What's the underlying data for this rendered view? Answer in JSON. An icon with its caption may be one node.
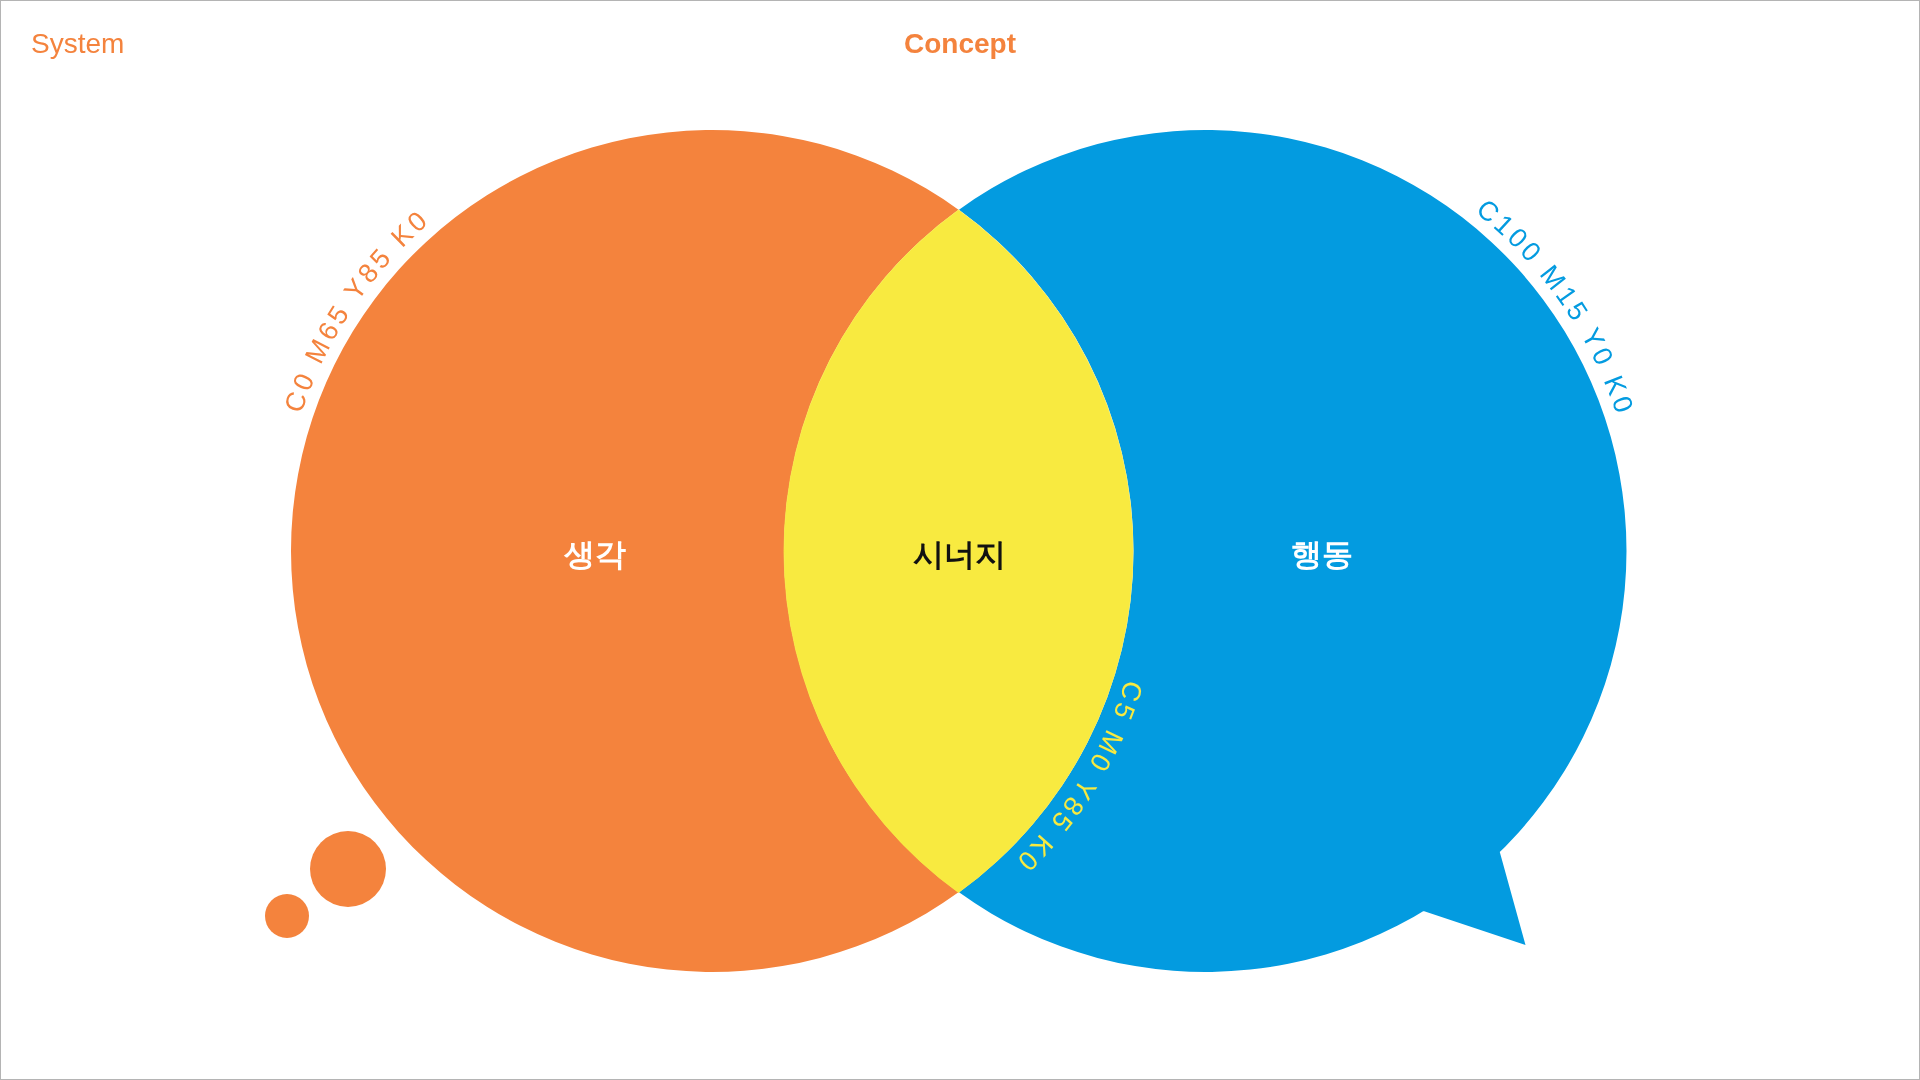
{
  "diagram": {
    "title": "Concept",
    "nodes": [
      {
        "text": [
          "생각",
          "C0 M65 Y85 K0"
        ]
      },
      {
        "text": [
          "시너지"
        ],
        "beside": [
          "C5 M0 Y85 K0"
        ]
      },
      {
        "text": [
          "행동",
          "C100 M15 Y0 K0"
        ]
      },
      {
        "text": [],
        "shape": "circle"
      },
      {
        "text": [],
        "shape": "circle"
      }
    ],
    "labels": [
      "System"
    ]
  }
}
